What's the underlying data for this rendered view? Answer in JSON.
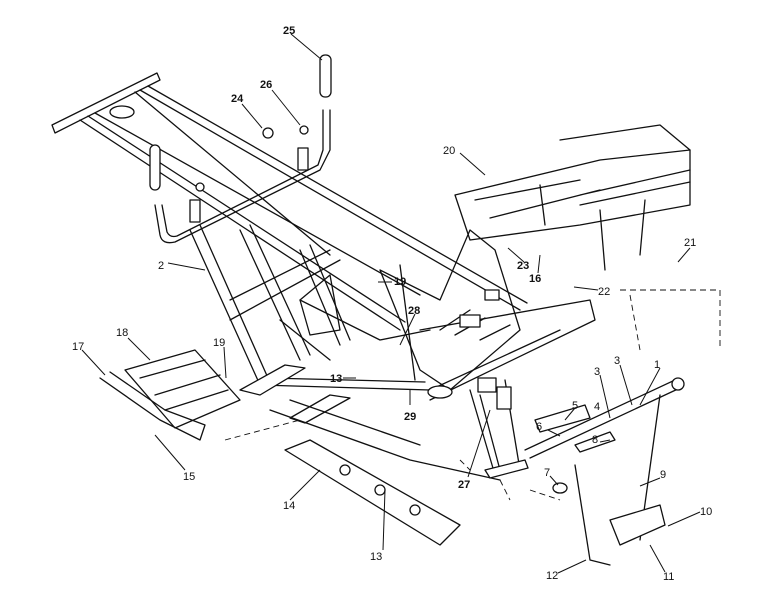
{
  "diagram": {
    "type": "exploded-parts-view",
    "callouts": [
      "25",
      "24",
      "26",
      "20",
      "2",
      "19",
      "21",
      "23",
      "16",
      "22",
      "28",
      "18",
      "19",
      "17",
      "13",
      "29",
      "3",
      "1",
      "3",
      "4",
      "5",
      "6",
      "8",
      "27",
      "7",
      "9",
      "15",
      "14",
      "10",
      "13",
      "12",
      "11"
    ]
  }
}
